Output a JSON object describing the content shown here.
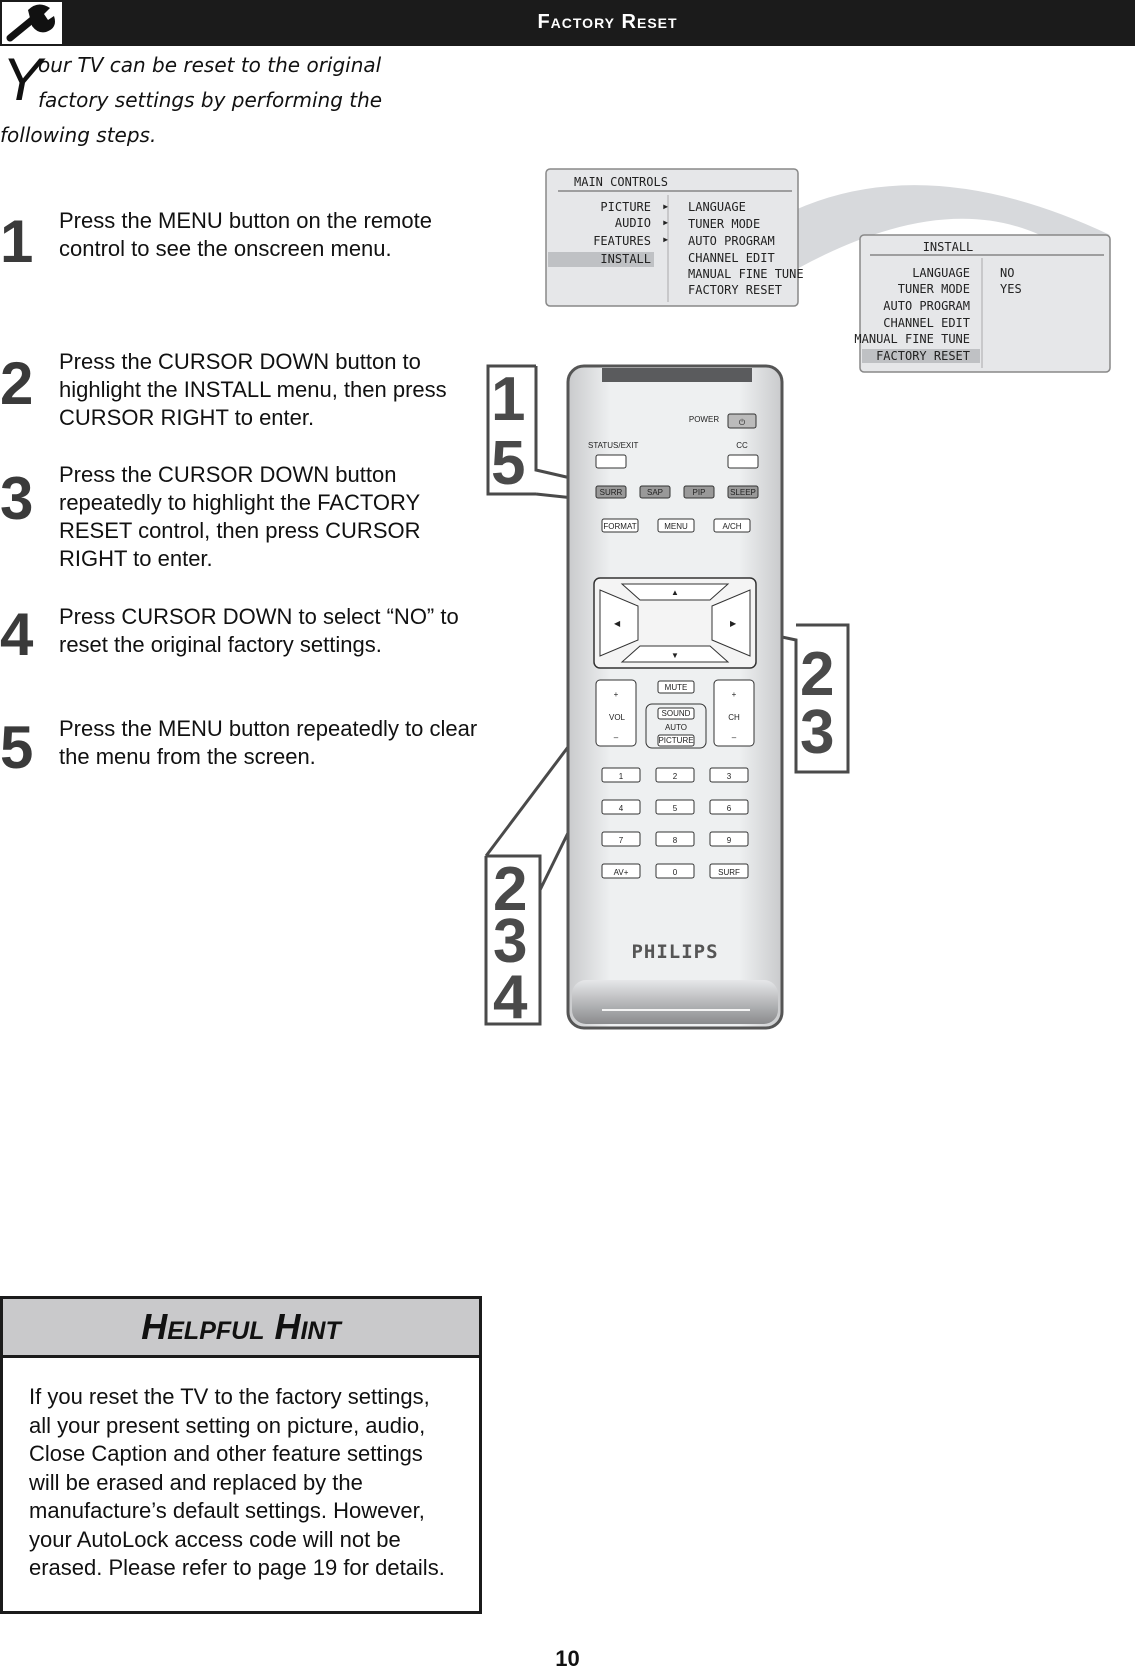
{
  "header": {
    "title": "Factory Reset",
    "icon": "wrench-icon"
  },
  "intro": {
    "dropcap": "Y",
    "line1": "our TV can be reset to the original",
    "line2": "factory settings by performing the",
    "line3": "following steps."
  },
  "steps": [
    {
      "num": "1",
      "text": "Press the MENU button on the remote control to see the onscreen menu."
    },
    {
      "num": "2",
      "text": "Press the CURSOR DOWN button to highlight the INSTALL menu, then press CURSOR RIGHT to enter."
    },
    {
      "num": "3",
      "text": "Press the CURSOR DOWN button repeatedly to highlight the FACTORY RESET control, then press CURSOR RIGHT to enter."
    },
    {
      "num": "4",
      "text": "Press CURSOR DOWN to select “NO” to reset the original factory settings."
    },
    {
      "num": "5",
      "text": "Press the MENU button repeatedly to clear the menu from the screen."
    }
  ],
  "main_menu": {
    "title": "MAIN CONTROLS",
    "left": [
      "PICTURE",
      "AUDIO",
      "FEATURES",
      "INSTALL"
    ],
    "right": [
      "LANGUAGE",
      "TUNER MODE",
      "AUTO PROGRAM",
      "CHANNEL EDIT",
      "MANUAL FINE TUNE",
      "FACTORY RESET"
    ]
  },
  "install_menu": {
    "title": "INSTALL",
    "left": [
      "LANGUAGE",
      "TUNER MODE",
      "AUTO PROGRAM",
      "CHANNEL EDIT",
      "MANUAL FINE TUNE",
      "FACTORY RESET"
    ],
    "right": [
      "NO",
      "YES"
    ]
  },
  "remote": {
    "power": "POWER",
    "status_exit": "STATUS/EXIT",
    "cc": "CC",
    "surr": "SURR",
    "sap": "SAP",
    "pip": "PIP",
    "sleep": "SLEEP",
    "format": "FORMAT",
    "menu": "MENU",
    "ach": "A/CH",
    "mute": "MUTE",
    "sound": "SOUND",
    "auto": "AUTO",
    "picture": "PICTURE",
    "vol": "VOL",
    "ch": "CH",
    "digits": [
      "1",
      "2",
      "3",
      "4",
      "5",
      "6",
      "7",
      "8",
      "9"
    ],
    "av": "AV+",
    "zero": "0",
    "surf": "SURF",
    "brand": "PHILIPS"
  },
  "callouts": {
    "a": [
      "1",
      "5"
    ],
    "b": [
      "2",
      "3"
    ],
    "c": [
      "2",
      "3",
      "4"
    ]
  },
  "hint": {
    "title": "Helpful Hint",
    "text": "If you reset the TV to the factory settings, all your present setting on picture, audio, Close Caption and other feature settings will be erased and replaced by the manufacture’s default settings. However, your AutoLock access code will not be erased. Please refer to page 19 for details."
  },
  "page_number": "10"
}
